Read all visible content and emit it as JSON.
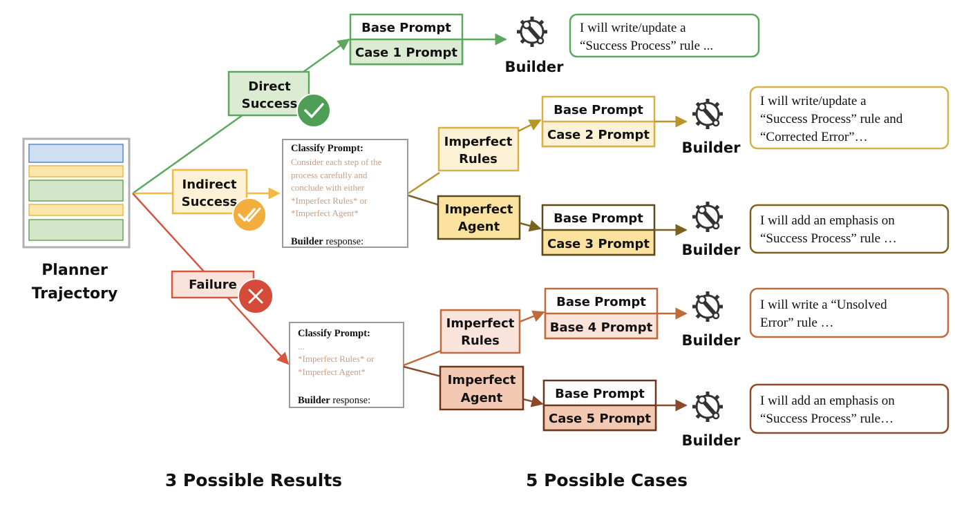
{
  "colors": {
    "green": "#5aa85e",
    "green_fill": "#dbecd3",
    "yellow": "#f2b942",
    "yellow_fill": "#fdf2d5",
    "olive": "#b89528",
    "olive_dark": "#7a6120",
    "red": "#d5553f",
    "red_fill": "#fae3da",
    "brown": "#c06a3a",
    "brown_dark": "#8a4a2a",
    "grey_text": "#c79f86"
  },
  "planner": {
    "line1": "Planner",
    "line2": "Trajectory"
  },
  "results": {
    "direct": {
      "line1": "Direct",
      "line2": "Success"
    },
    "indirect": {
      "line1": "Indirect",
      "line2": "Success"
    },
    "failure": {
      "label": "Failure"
    }
  },
  "classify_indirect": {
    "title": "Classify Prompt:",
    "lines": [
      "Consider each step of the",
      "process carefully and",
      "conclude with either",
      "*Imperfect Rules* or",
      "*Imperfect Agent*"
    ],
    "response_bold": "Builder",
    "response_rest": " response:"
  },
  "classify_failure": {
    "title": "Classify Prompt:",
    "lines": [
      "...",
      "*Imperfect Rules* or",
      "*Imperfect Agent*"
    ],
    "response_bold": "Builder",
    "response_rest": " response:"
  },
  "categories": {
    "indirect_rules": {
      "line1": "Imperfect",
      "line2": "Rules"
    },
    "indirect_agent": {
      "line1": "Imperfect",
      "line2": "Agent"
    },
    "failure_rules": {
      "line1": "Imperfect",
      "line2": "Rules"
    },
    "failure_agent": {
      "line1": "Imperfect",
      "line2": "Agent"
    }
  },
  "cases": [
    {
      "base": "Base Prompt",
      "case": "Case 1 Prompt",
      "builder": "Builder",
      "response": [
        "I will write/update a",
        "“Success Process” rule ..."
      ]
    },
    {
      "base": "Base Prompt",
      "case": "Case 2 Prompt",
      "builder": "Builder",
      "response": [
        "I will write/update a",
        "“Success Process” rule and",
        "“Corrected Error”…"
      ]
    },
    {
      "base": "Base Prompt",
      "case": "Case 3 Prompt",
      "builder": "Builder",
      "response": [
        "I will add an emphasis on",
        "“Success Process” rule …"
      ]
    },
    {
      "base": "Base Prompt",
      "case": "Base 4 Prompt",
      "builder": "Builder",
      "response": [
        "I will write a “Unsolved",
        "Error” rule …"
      ]
    },
    {
      "base": "Base Prompt",
      "case": "Case 5 Prompt",
      "builder": "Builder",
      "response": [
        "I will add an emphasis on",
        "“Success Process” rule…"
      ]
    }
  ],
  "footer": {
    "results": "3 Possible Results",
    "cases": "5 Possible Cases"
  }
}
